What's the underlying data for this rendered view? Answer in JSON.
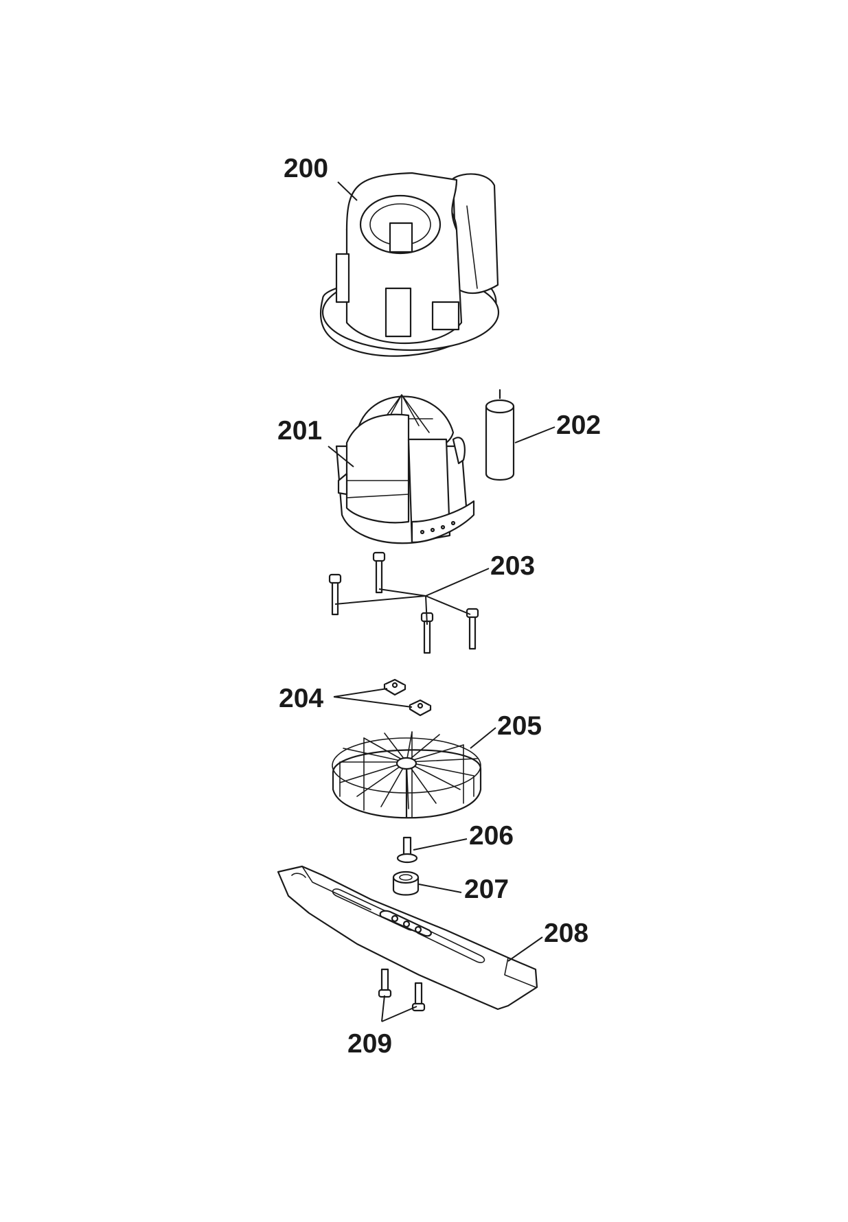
{
  "labels": {
    "p200": "200",
    "p201": "201",
    "p202": "202",
    "p203": "203",
    "p204": "204",
    "p205": "205",
    "p206": "206",
    "p207": "207",
    "p208": "208",
    "p209": "209"
  },
  "parts": [
    {
      "id": "200",
      "name": "motor-housing"
    },
    {
      "id": "201",
      "name": "motor"
    },
    {
      "id": "202",
      "name": "capacitor"
    },
    {
      "id": "203",
      "name": "motor-screws"
    },
    {
      "id": "204",
      "name": "square-nuts"
    },
    {
      "id": "205",
      "name": "fan-impeller"
    },
    {
      "id": "206",
      "name": "blade-bolt"
    },
    {
      "id": "207",
      "name": "spacer-washer"
    },
    {
      "id": "208",
      "name": "cutting-blade"
    },
    {
      "id": "209",
      "name": "blade-screws"
    }
  ]
}
